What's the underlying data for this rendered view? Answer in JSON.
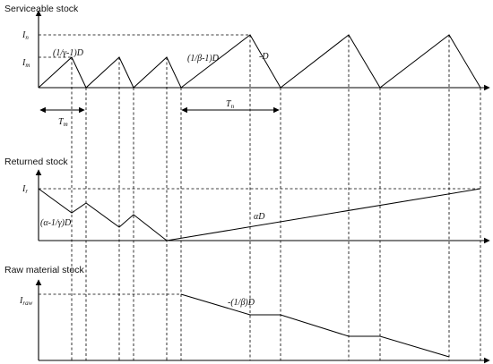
{
  "panels": {
    "serviceable": {
      "title": "Serviceable stock"
    },
    "returned": {
      "title": "Returned stock"
    },
    "raw": {
      "title": "Raw material stock"
    }
  },
  "labels": {
    "in_main": "I",
    "in_sub": "n",
    "im_main": "I",
    "im_sub": "m",
    "ir_main": "I",
    "ir_sub": "r",
    "iraw_main": "I",
    "iraw_sub": "raw",
    "tm_main": "T",
    "tm_sub": "m",
    "tn_main": "T",
    "tn_sub": "n",
    "rate_gamma": "(1/γ-1)D",
    "rate_beta": "(1/β-1)D",
    "rate_neg_d": "-D",
    "rate_alpha_gamma": "(α-1/γ)D",
    "rate_alpha": "αD",
    "rate_neg_beta": "-(1/β)D"
  }
}
